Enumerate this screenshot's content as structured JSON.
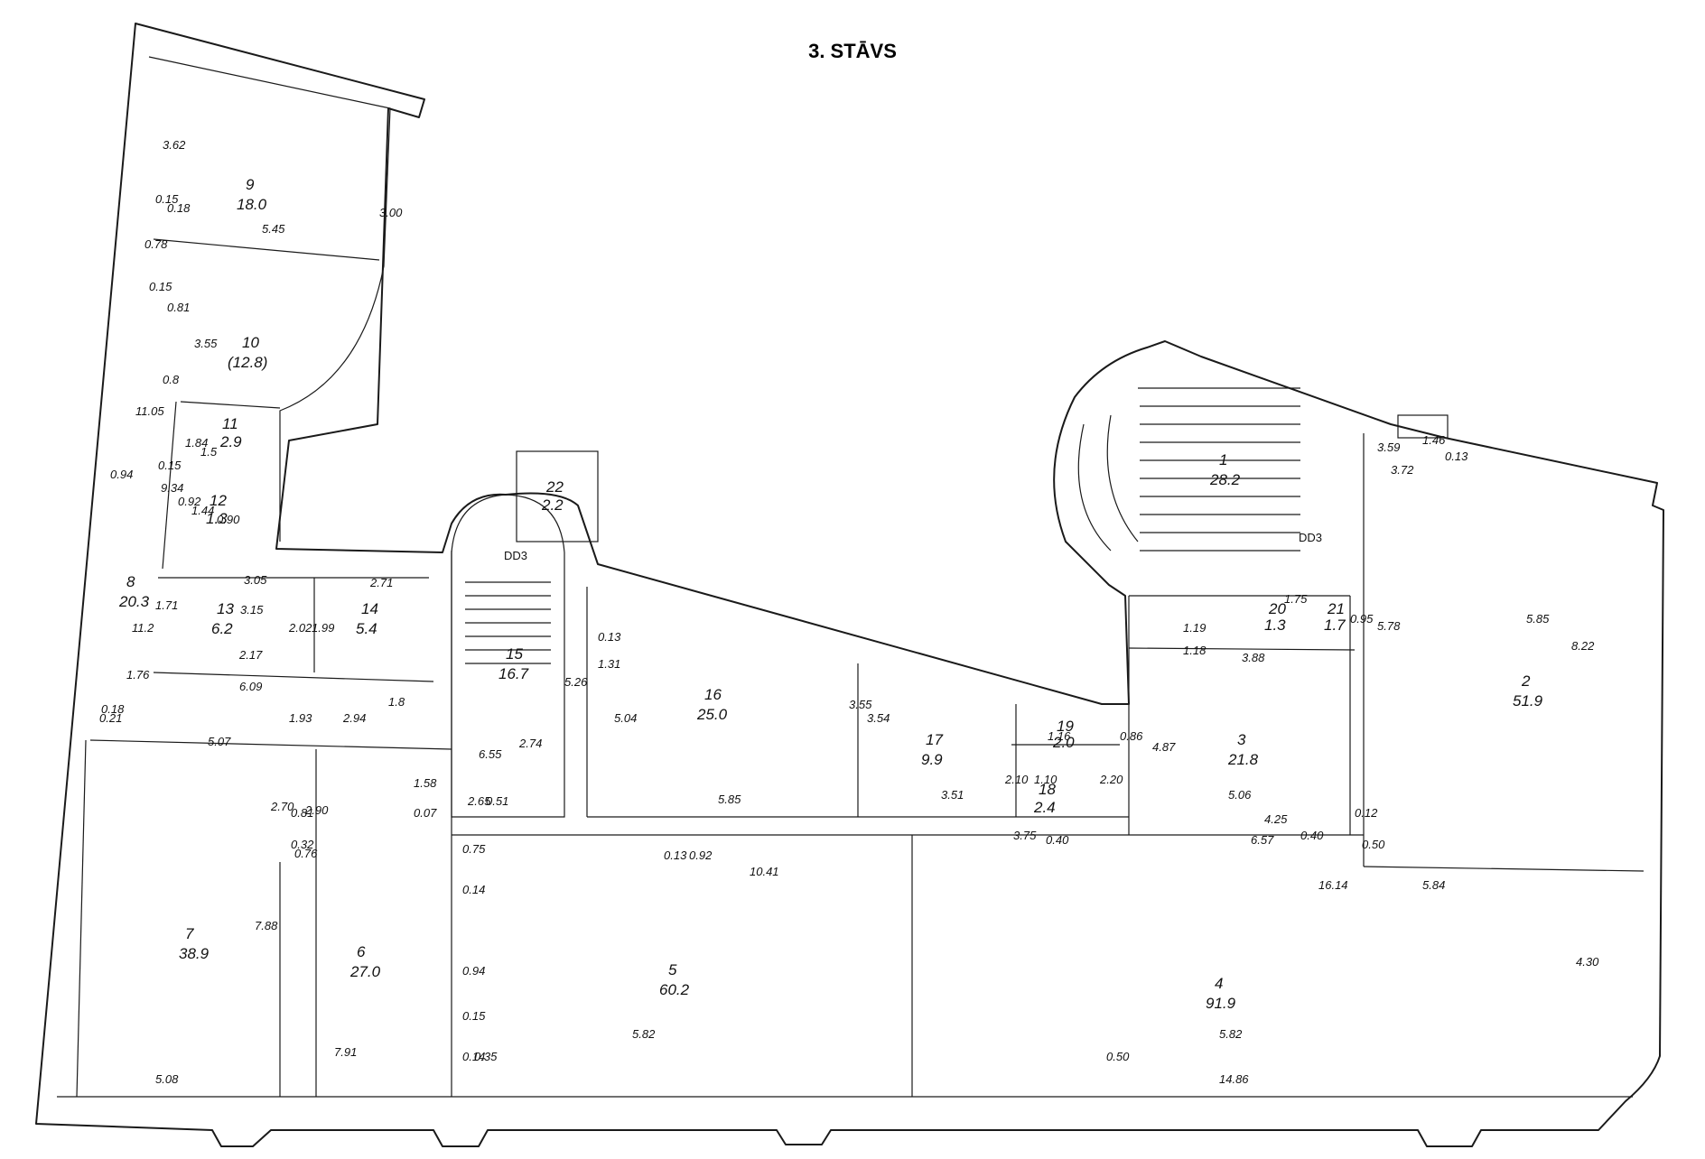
{
  "title": "3. STĀVS",
  "rooms": [
    {
      "id": "1",
      "number": "1",
      "area": "28.2"
    },
    {
      "id": "2",
      "number": "2",
      "area": "51.9"
    },
    {
      "id": "3",
      "number": "3",
      "area": "21.8"
    },
    {
      "id": "4",
      "number": "4",
      "area": "91.9"
    },
    {
      "id": "5",
      "number": "5",
      "area": "60.2"
    },
    {
      "id": "6",
      "number": "6",
      "area": "27.0"
    },
    {
      "id": "7",
      "number": "7",
      "area": "38.9"
    },
    {
      "id": "8",
      "number": "8",
      "area": "20.3"
    },
    {
      "id": "9",
      "number": "9",
      "area": "18.0"
    },
    {
      "id": "10",
      "number": "10",
      "area": "(12.8)"
    },
    {
      "id": "11",
      "number": "11",
      "area": "2.9"
    },
    {
      "id": "12",
      "number": "12",
      "area": "1.3"
    },
    {
      "id": "13",
      "number": "13",
      "area": "6.2"
    },
    {
      "id": "14",
      "number": "14",
      "area": "5.4"
    },
    {
      "id": "15",
      "number": "15",
      "area": "16.7"
    },
    {
      "id": "16",
      "number": "16",
      "area": "25.0"
    },
    {
      "id": "17",
      "number": "17",
      "area": "9.9"
    },
    {
      "id": "18",
      "number": "18",
      "area": "2.4"
    },
    {
      "id": "19",
      "number": "19",
      "area": "2.0"
    },
    {
      "id": "20",
      "number": "20",
      "area": "1.3"
    },
    {
      "id": "21",
      "number": "21",
      "area": "1.7"
    },
    {
      "id": "22",
      "number": "22",
      "area": "2.2"
    }
  ],
  "codes": [
    "DD3",
    "DD3"
  ],
  "dimensions": [
    "3.62",
    "3.00",
    "5.45",
    "0.15",
    "0.18",
    "0.78",
    "0.15",
    "0.81",
    "3.55",
    "0.8",
    "11.05",
    "0.94",
    "9.34",
    "0.15",
    "1.84",
    "1.5",
    "0.92",
    "1.44",
    "0.90",
    "3.05",
    "1.71",
    "3.15",
    "2.02",
    "2.17",
    "1.99",
    "2.71",
    "1.76",
    "6.09",
    "0.18",
    "0.21",
    "11.2",
    "1.8",
    "1.93",
    "2.94",
    "5.07",
    "2.70",
    "0.81",
    "0.32",
    "2.90",
    "0.76",
    "7.88",
    "7.91",
    "5.08",
    "1.58",
    "0.07",
    "6.55",
    "2.74",
    "0.51",
    "2.65",
    "5.26",
    "0.13",
    "1.31",
    "5.04",
    "3.55",
    "3.54",
    "5.85",
    "3.51",
    "2.10",
    "1.10",
    "1.16",
    "0.86",
    "2.20",
    "0.40",
    "3.75",
    "0.75",
    "0.14",
    "0.13",
    "0.92",
    "10.41",
    "0.94",
    "0.15",
    "0.14",
    "0.35",
    "0.50",
    "5.82",
    "5.82",
    "14.86",
    "16.14",
    "4.30",
    "8.22",
    "5.84",
    "5.85",
    "5.78",
    "3.72",
    "1.46",
    "0.13",
    "3.59",
    "4.87",
    "5.06",
    "4.25",
    "6.57",
    "0.12",
    "0.50",
    "3.88",
    "1.19",
    "1.18",
    "0.95",
    "1.75",
    "0.40"
  ]
}
